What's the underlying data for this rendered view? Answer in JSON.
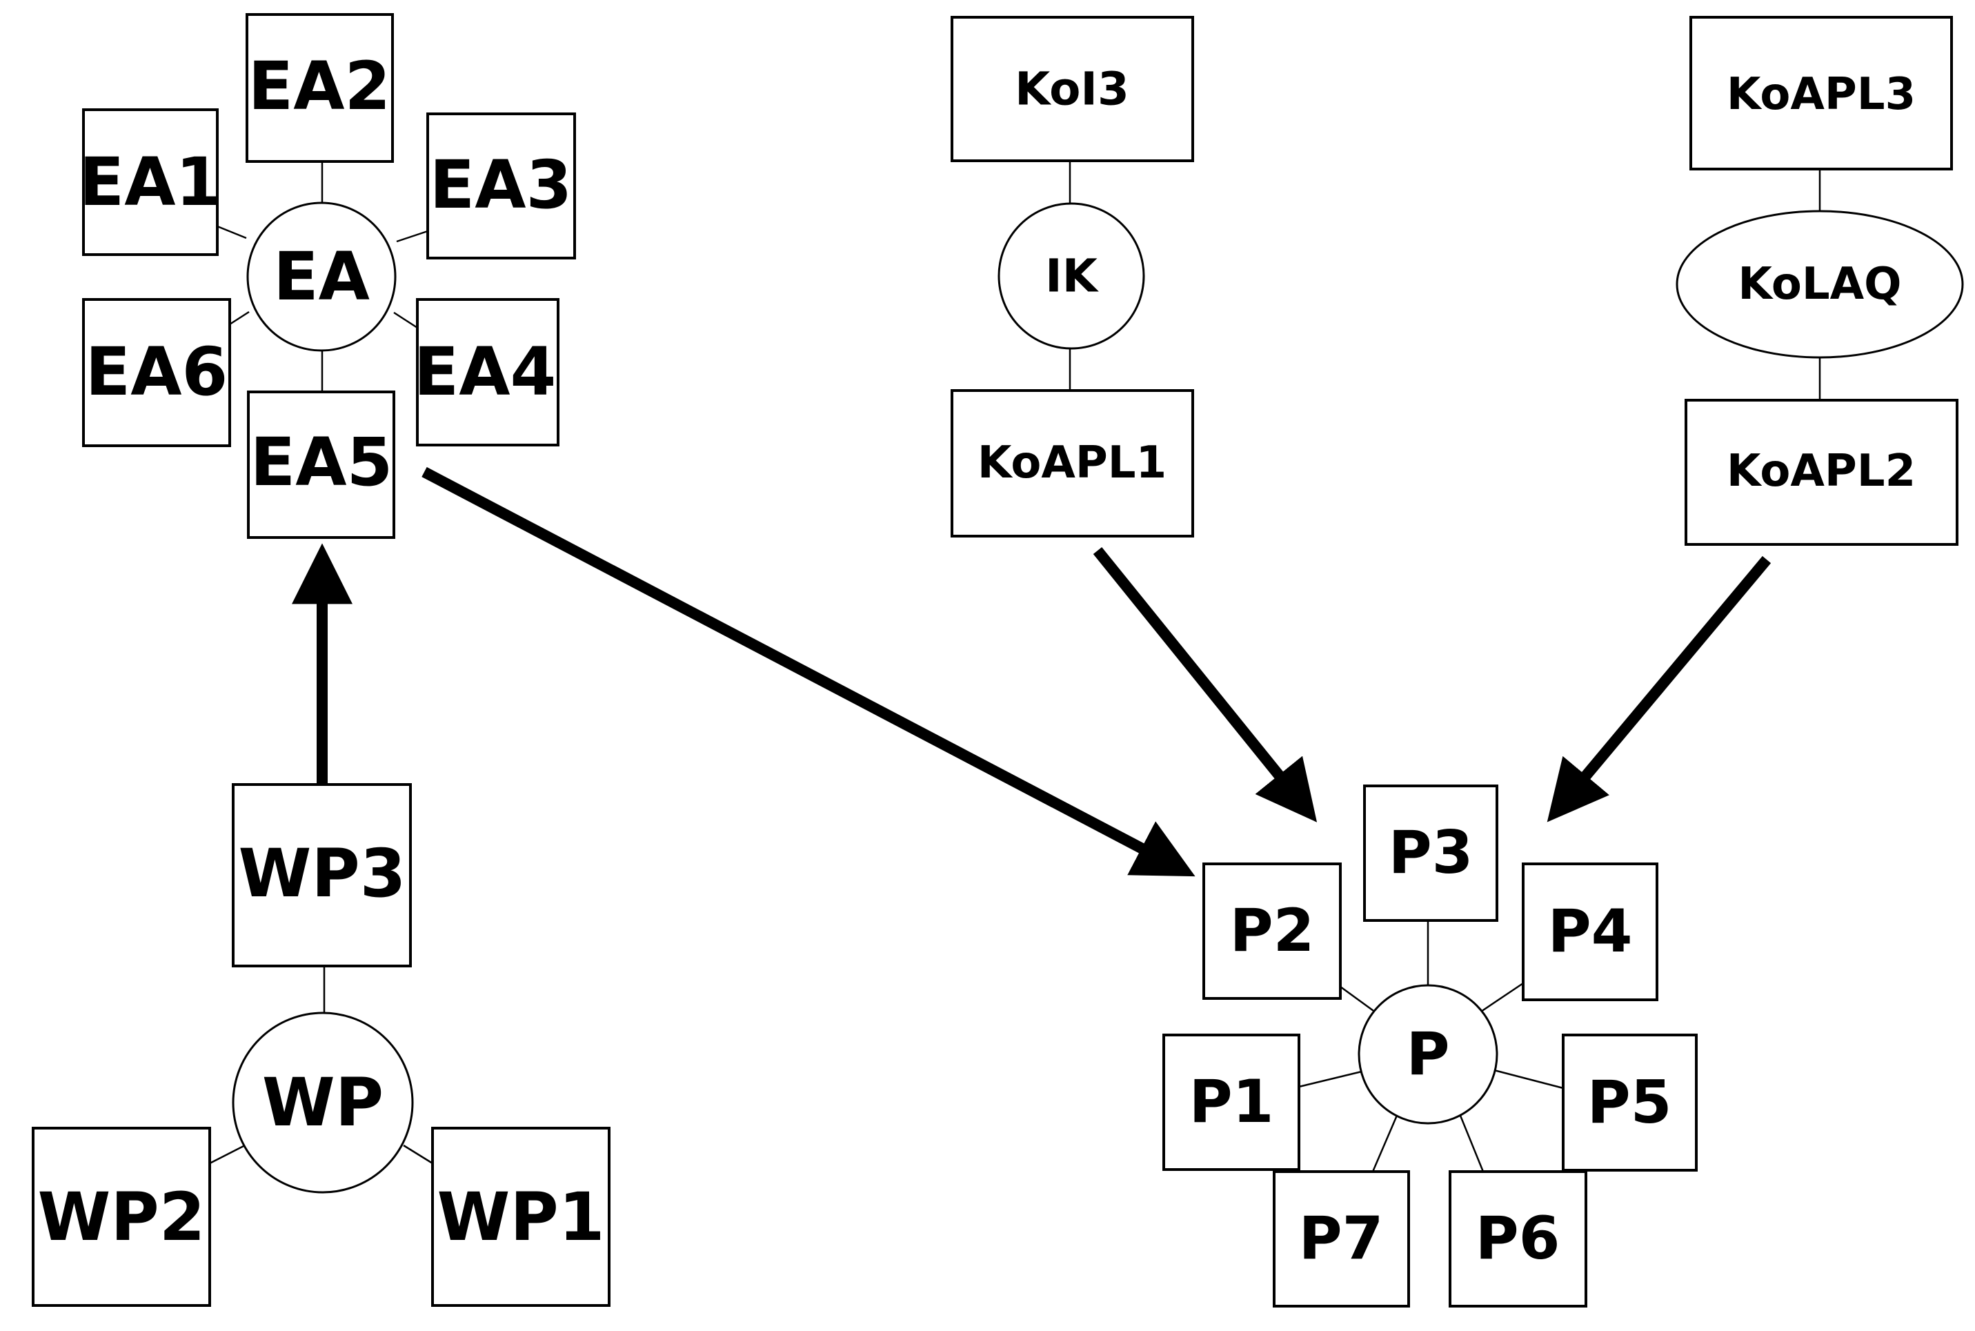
{
  "clusters": {
    "ea": {
      "center": "EA",
      "items": [
        "EA1",
        "EA2",
        "EA3",
        "EA4",
        "EA5",
        "EA6"
      ]
    },
    "wp": {
      "center": "WP",
      "items": [
        "WP1",
        "WP2",
        "WP3"
      ]
    },
    "p": {
      "center": "P",
      "items": [
        "P1",
        "P2",
        "P3",
        "P4",
        "P5",
        "P6",
        "P7"
      ]
    },
    "ik": {
      "center": "IK",
      "items": [
        "KoI3",
        "KoAPL1"
      ]
    },
    "kolaq": {
      "center": "KoLAQ",
      "items": [
        "KoAPL3",
        "KoAPL2"
      ]
    }
  },
  "arrows": [
    {
      "from": "WP3",
      "to": "EA5"
    },
    {
      "from": "EA5",
      "to": "P"
    },
    {
      "from": "KoAPL1",
      "to": "P"
    },
    {
      "from": "KoAPL2",
      "to": "P"
    }
  ]
}
